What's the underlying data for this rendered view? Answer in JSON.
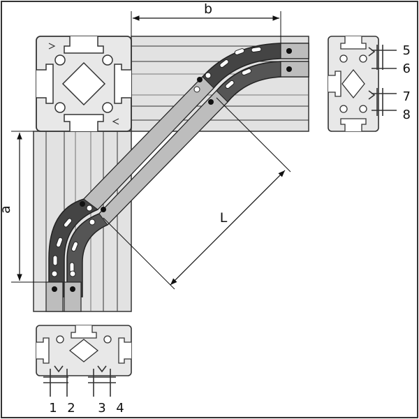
{
  "drawing": {
    "dimension_labels": {
      "width": "b",
      "height": "a",
      "length": "L"
    },
    "position_labels": {
      "right": [
        "5",
        "6",
        "7",
        "8"
      ],
      "bottom": [
        "1",
        "2",
        "3",
        "4"
      ]
    }
  },
  "colors": {
    "profile_fill": "#e0e0e0",
    "profile_stroke": "#333333",
    "connector_fill": "#4a4a4a",
    "connector_rail": "#b7b7b7",
    "dimension_line": "#111111"
  }
}
